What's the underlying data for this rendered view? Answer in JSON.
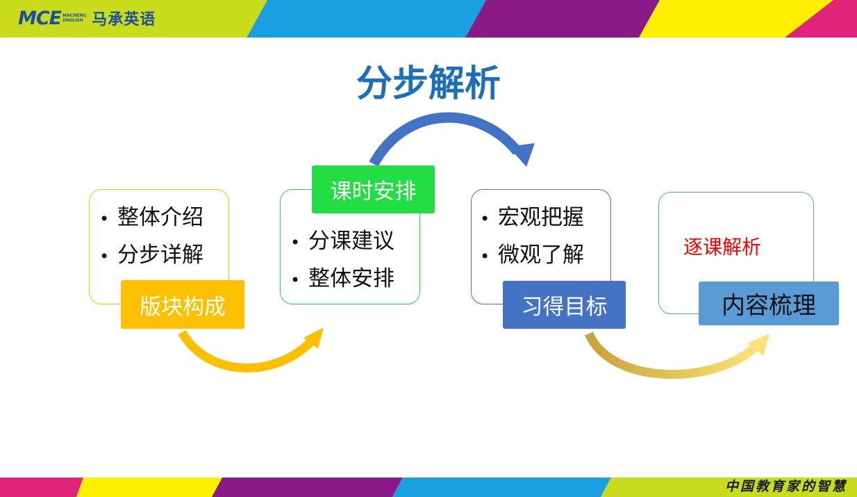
{
  "header": {
    "logo_mark": "MCE",
    "logo_small_top": "MACHENG",
    "logo_small_bottom": "ENGLISH",
    "logo_cn": "马承英语"
  },
  "footer": {
    "slogan": "中国教育家的智慧"
  },
  "title": "分步解析",
  "steps": [
    {
      "label": "版块构成",
      "items": [
        "整体介绍",
        "分步详解"
      ]
    },
    {
      "label": "课时安排",
      "items": [
        "分课建议",
        "整体安排"
      ]
    },
    {
      "label": "习得目标",
      "items": [
        "宏观把握",
        "微观了解"
      ]
    },
    {
      "label": "内容梳理",
      "text": "逐课解析"
    }
  ],
  "colors": {
    "title": "#1e6fb8",
    "step1": "#ffc000",
    "step2": "#22dd44",
    "step3": "#4472c4",
    "step4": "#5b9bd5",
    "arrow_blue": "#4472c4",
    "arrow_gold": "#ffc000",
    "highlight_text": "#ff0000"
  }
}
